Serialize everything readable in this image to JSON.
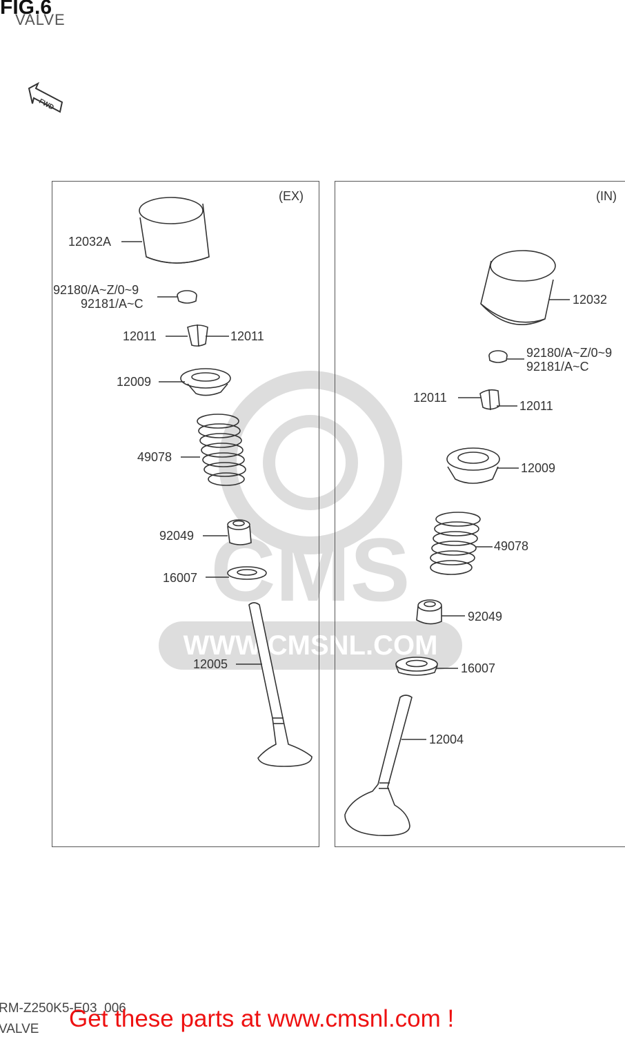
{
  "header": {
    "title": "FIG.6",
    "subtitle": "VALVE"
  },
  "orientation": {
    "fwd_label": "FWD"
  },
  "panels": {
    "ex": {
      "tag": "(EX)",
      "labels": {
        "tappet": "12032A",
        "shim_a": "92180/A~Z/0~9",
        "shim_b": "92181/A~C",
        "cotter_left": "12011",
        "cotter_right": "12011",
        "retainer": "12009",
        "spring": "49078",
        "seal": "92049",
        "seat": "16007",
        "valve": "12005"
      }
    },
    "in": {
      "tag": "(IN)",
      "labels": {
        "tappet": "12032",
        "shim_a": "92180/A~Z/0~9",
        "shim_b": "92181/A~C",
        "cotter_left": "12011",
        "cotter_right": "12011",
        "retainer": "12009",
        "spring": "49078",
        "seal": "92049",
        "seat": "16007",
        "valve": "12004"
      }
    }
  },
  "watermark": {
    "text": "CMS",
    "url_text": "WWW.CMSNL.COM"
  },
  "footer": {
    "code": "RM-Z250K5-E03_006",
    "label": "VALVE",
    "promo": "Get these parts at www.cmsnl.com !",
    "promo_color": "#ee1111"
  }
}
